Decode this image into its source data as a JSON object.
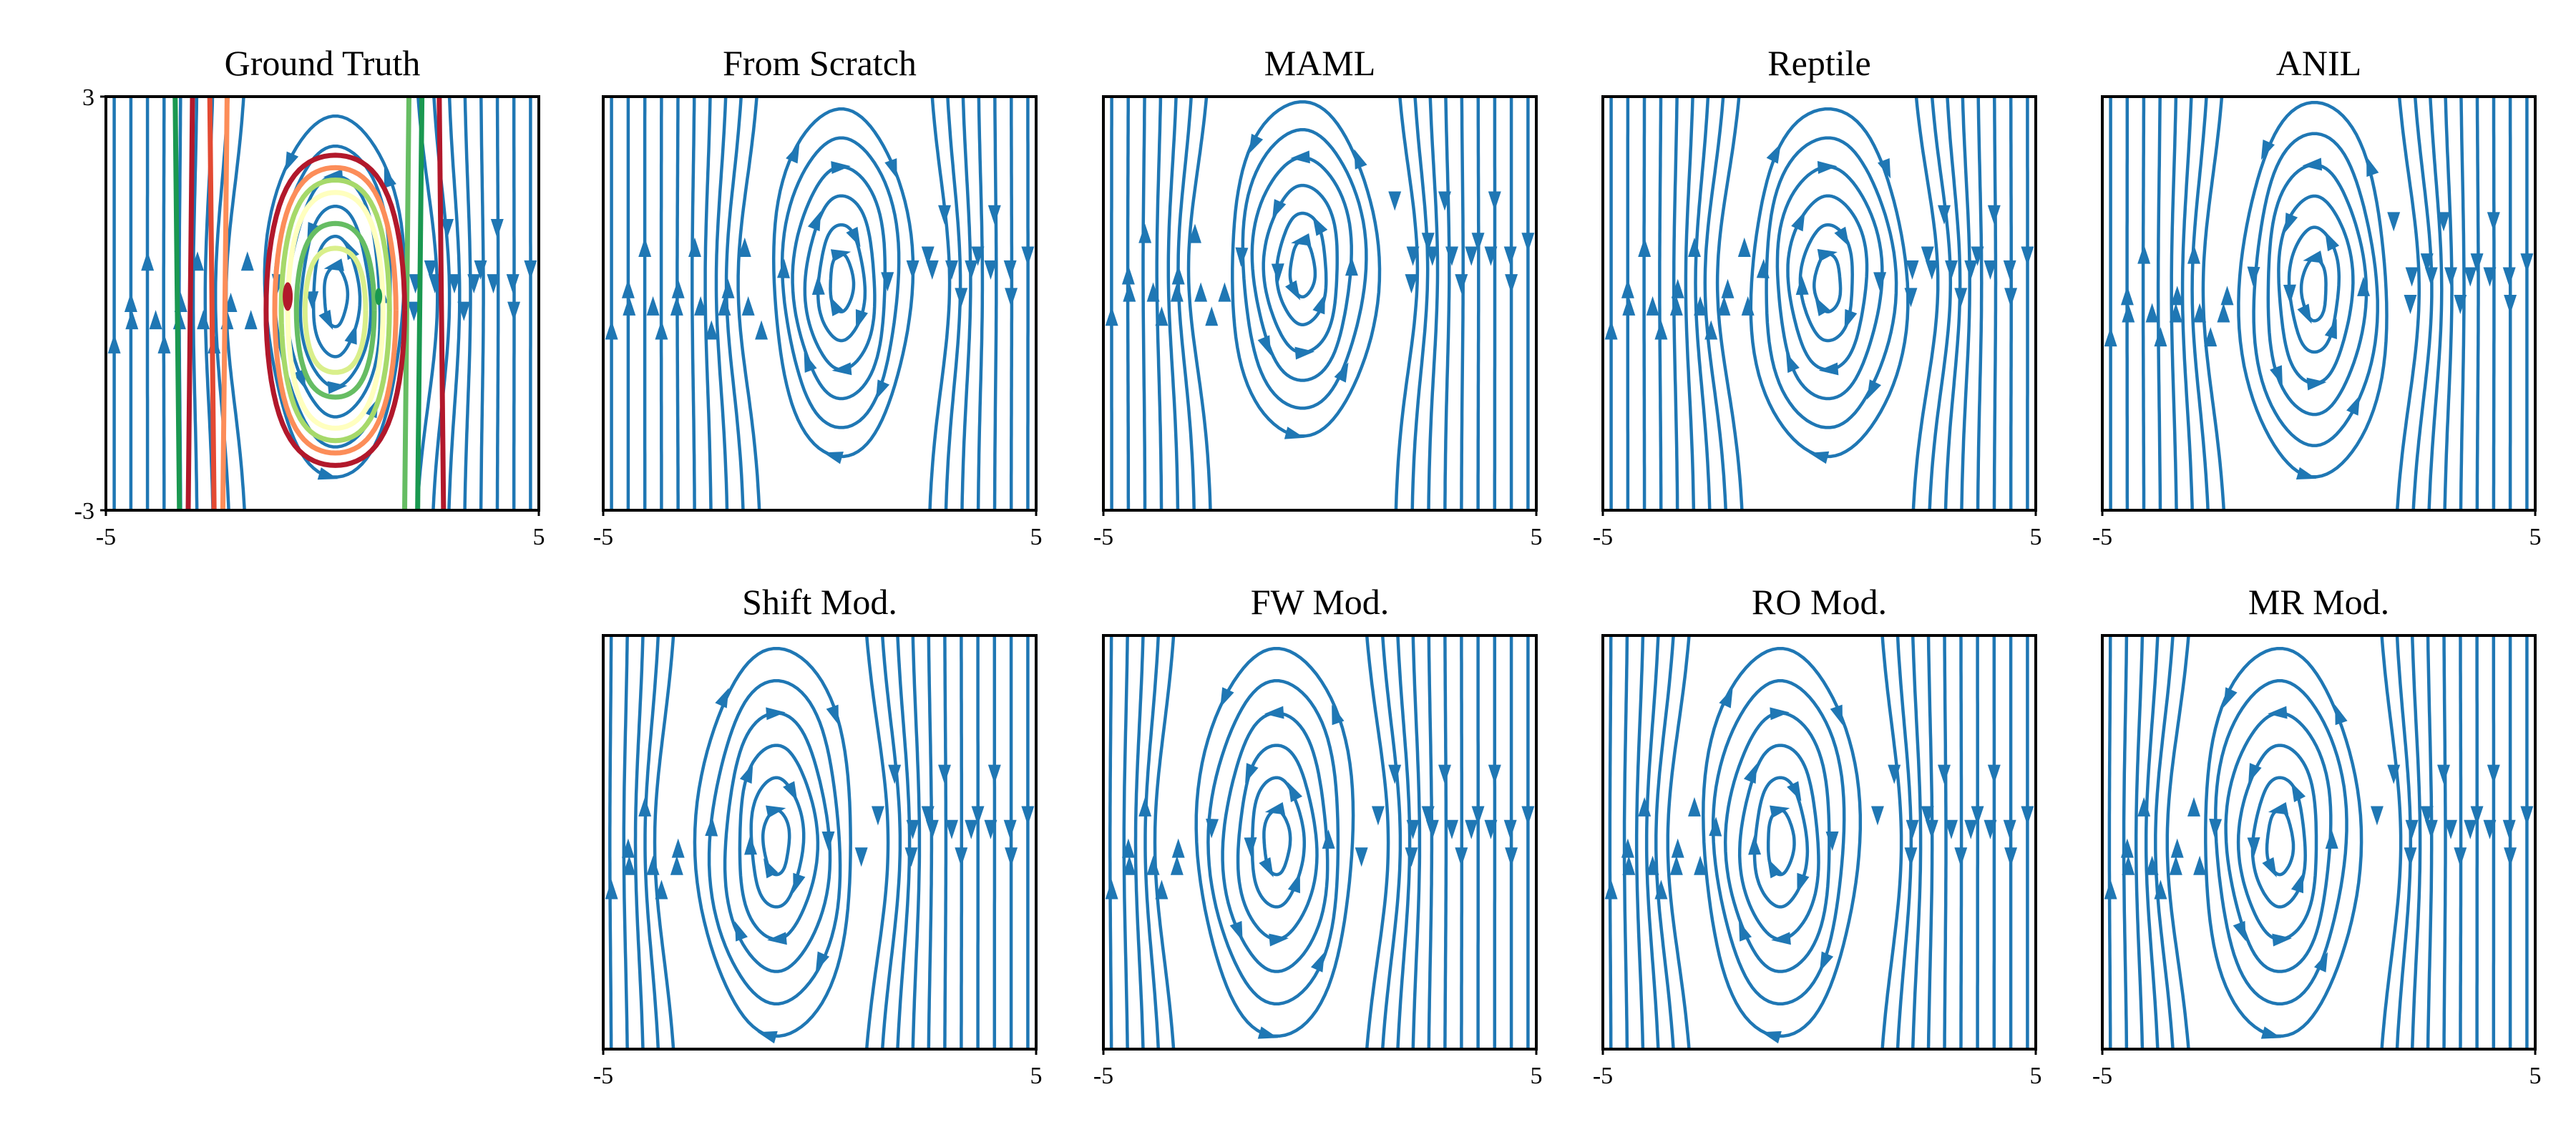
{
  "chart_data": {
    "type": "streamplot",
    "x_range": [
      -5,
      5
    ],
    "y_range": [
      -3,
      3
    ],
    "x_tick_labels": [
      "-5",
      "5"
    ],
    "y_tick_labels": [
      "3",
      "-3"
    ],
    "stream_color": "#1f77b4",
    "contour_colors": [
      "#b2182b",
      "#e34a33",
      "#fc8d59",
      "#1a9850",
      "#66bd63",
      "#a6d96a",
      "#d9ef8b",
      "#ffffbf"
    ],
    "panels": [
      {
        "id": "ground-truth",
        "title": "Ground Truth",
        "vortex": {
          "x": 0.3,
          "y": 0.1,
          "rx": 1.6,
          "ry": 2.7
        },
        "show_y_ticks": true,
        "contours": true
      },
      {
        "id": "from-scratch",
        "title": "From Scratch",
        "vortex": {
          "x": 0.5,
          "y": 0.3,
          "rx": 1.6,
          "ry": 2.6
        }
      },
      {
        "id": "maml",
        "title": "MAML",
        "vortex": {
          "x": -0.4,
          "y": 0.5,
          "rx": 1.7,
          "ry": 2.5
        }
      },
      {
        "id": "reptile",
        "title": "Reptile",
        "vortex": {
          "x": 0.2,
          "y": 0.3,
          "rx": 1.8,
          "ry": 2.6
        }
      },
      {
        "id": "anil",
        "title": "ANIL",
        "vortex": {
          "x": -0.1,
          "y": 0.2,
          "rx": 1.7,
          "ry": 2.8
        }
      },
      {
        "id": "shift-mod",
        "title": "Shift Mod.",
        "vortex": {
          "x": -1.0,
          "y": 0.0,
          "rx": 1.8,
          "ry": 2.9
        }
      },
      {
        "id": "fw-mod",
        "title": "FW Mod.",
        "vortex": {
          "x": -1.0,
          "y": 0.0,
          "rx": 1.8,
          "ry": 2.9
        }
      },
      {
        "id": "ro-mod",
        "title": "RO Mod.",
        "vortex": {
          "x": -0.9,
          "y": 0.0,
          "rx": 1.8,
          "ry": 2.9
        }
      },
      {
        "id": "mr-mod",
        "title": "MR Mod.",
        "vortex": {
          "x": -0.9,
          "y": 0.0,
          "rx": 1.8,
          "ry": 2.9
        }
      }
    ]
  }
}
